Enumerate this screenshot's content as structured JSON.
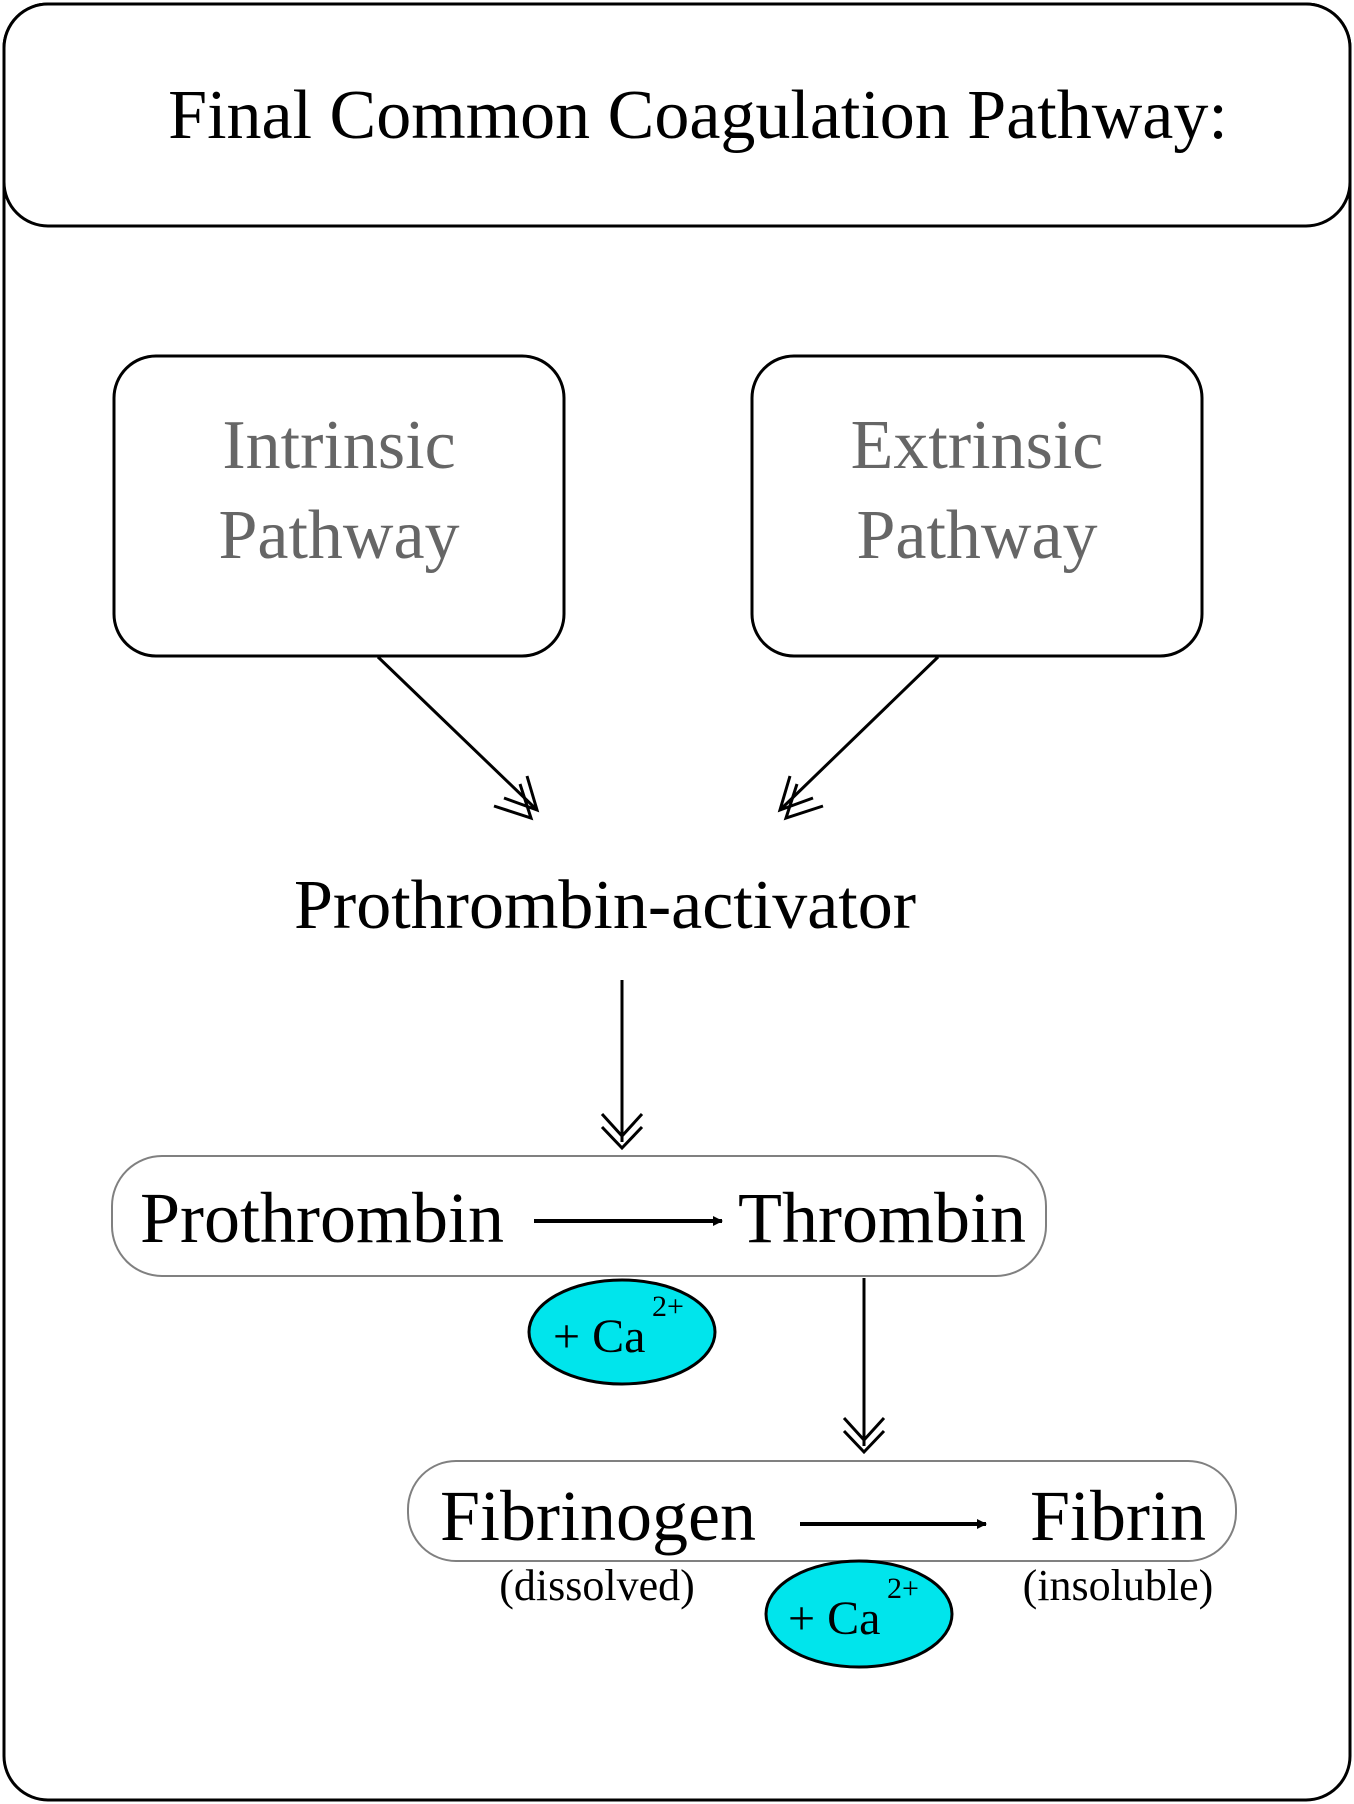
{
  "title": "Final Common Coagulation Pathway:",
  "nodes": {
    "intrinsic": {
      "line1": "Intrinsic",
      "line2": "Pathway"
    },
    "extrinsic": {
      "line1": "Extrinsic",
      "line2": "Pathway"
    },
    "activator": "Prothrombin-activator",
    "prothrombin": "Prothrombin",
    "thrombin": "Thrombin",
    "fibrinogen": "Fibrinogen",
    "fibrinogen_note": "(dissolved)",
    "fibrin": "Fibrin",
    "fibrin_note": "(insoluble)"
  },
  "cofactor": {
    "label": "+ Ca",
    "charge": "2+"
  },
  "colors": {
    "stroke": "#000000",
    "muted_text": "#666666",
    "pill_border": "#808080",
    "cofactor_fill": "#00e5ec"
  }
}
